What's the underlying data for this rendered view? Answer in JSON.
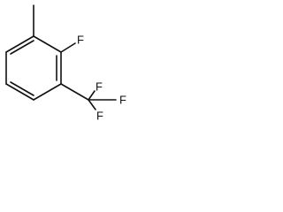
{
  "molecule": {
    "atoms": {
      "f_ring": "F",
      "f_top": "F",
      "f_right": "F",
      "f_bottom": "F"
    }
  },
  "colors": {
    "bond": "#111111",
    "background": "#ffffff"
  }
}
